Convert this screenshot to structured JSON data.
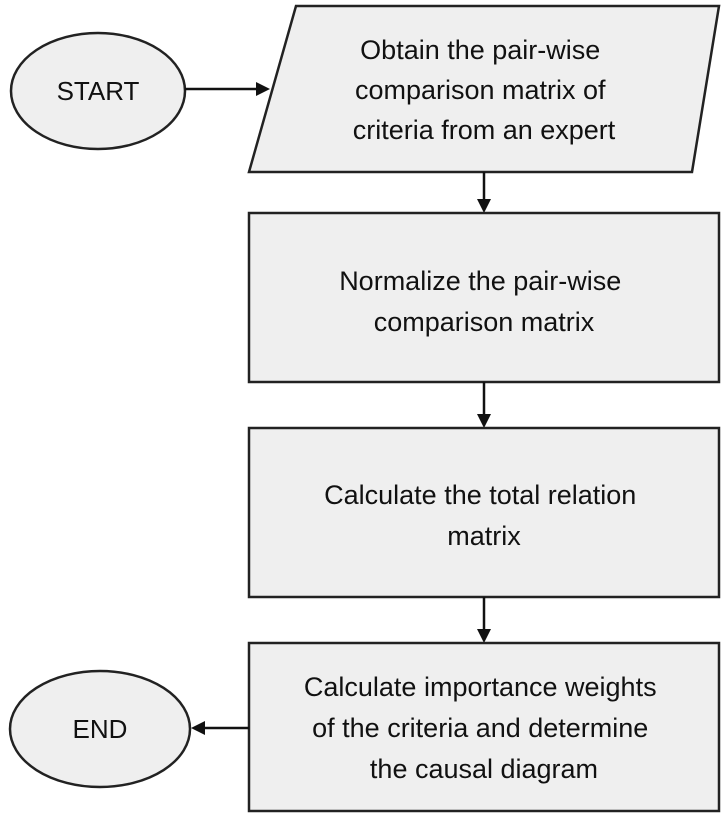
{
  "flowchart": {
    "start_label": "START",
    "end_label": "END",
    "steps": [
      {
        "shape": "parallelogram",
        "lines": [
          "Obtain the pair-wise",
          "comparison matrix of",
          "criteria from an expert"
        ]
      },
      {
        "shape": "rectangle",
        "lines": [
          "Normalize the pair-wise",
          "comparison matrix"
        ]
      },
      {
        "shape": "rectangle",
        "lines": [
          "Calculate the total relation",
          "matrix"
        ]
      },
      {
        "shape": "rectangle",
        "lines": [
          "Calculate importance weights",
          "of the criteria and determine",
          "the causal diagram"
        ]
      }
    ]
  },
  "colors": {
    "shape_fill": "#efefef",
    "shape_stroke": "#222222",
    "text": "#111111"
  }
}
